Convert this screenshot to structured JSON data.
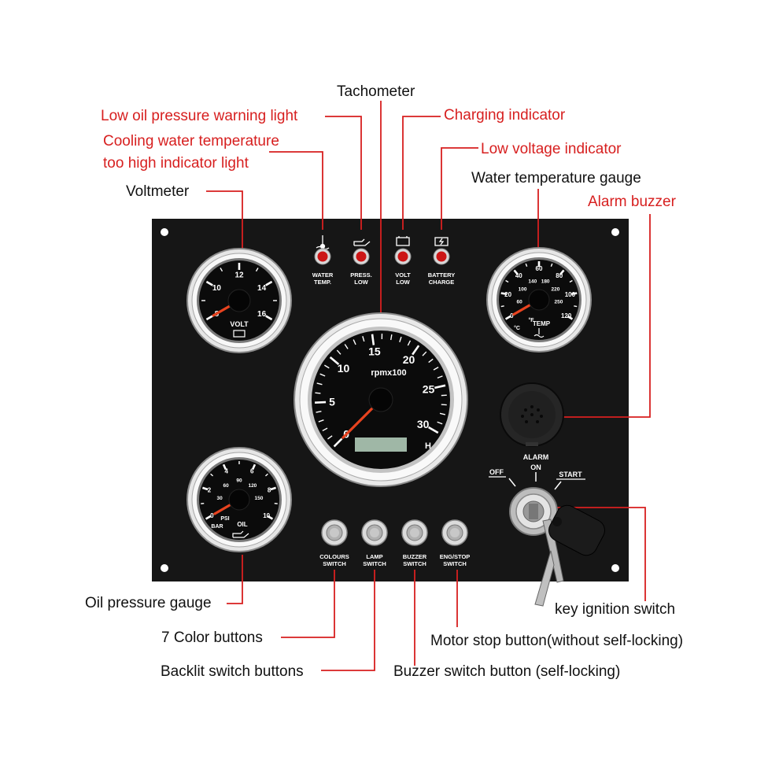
{
  "colors": {
    "panel": "#161616",
    "leader": "#d71f1f",
    "dial": "#0b0b0b",
    "needle": "#e8431f",
    "bezel": "#c9c9c9",
    "lcd": "#9fb7a6",
    "callout_black": "#111111",
    "callout_red": "#d71f1f"
  },
  "callouts": {
    "tachometer": "Tachometer",
    "low_oil_warning": "Low oil pressure warning light",
    "charging": "Charging indicator",
    "cooling_line1": "Cooling water temperature",
    "cooling_line2": "too high indicator light",
    "low_voltage": "Low voltage indicator",
    "voltmeter": "Voltmeter",
    "water_temp_gauge": "Water temperature gauge",
    "alarm_buzzer": "Alarm buzzer",
    "oil_pressure_gauge": "Oil pressure gauge",
    "key_ignition": "key ignition switch",
    "color_buttons": "7 Color buttons",
    "motor_stop": "Motor stop button(without self-locking)",
    "backlit_buttons": "Backlit switch buttons",
    "buzzer_switch": "Buzzer switch button (self-locking)"
  },
  "lights": [
    {
      "line1": "WATER",
      "line2": "TEMP.",
      "icon": "thermometer-icon"
    },
    {
      "line1": "PRESS.",
      "line2": "LOW",
      "icon": "oil-can-icon"
    },
    {
      "line1": "VOLT",
      "line2": "LOW",
      "icon": "battery-icon"
    },
    {
      "line1": "BATTERY",
      "line2": "CHARGE",
      "icon": "battery-charge-icon"
    }
  ],
  "switches": [
    {
      "line1": "COLOURS",
      "line2": "SWITCH"
    },
    {
      "line1": "LAMP",
      "line2": "SWITCH"
    },
    {
      "line1": "BUZZER",
      "line2": "SWITCH"
    },
    {
      "line1": "ENG/STOP",
      "line2": "SWITCH"
    }
  ],
  "ignition": {
    "alarm": "ALARM",
    "off": "OFF",
    "on": "ON",
    "start": "START"
  },
  "voltmeter": {
    "unit": "VOLT",
    "ticks": [
      "8",
      "10",
      "12",
      "14",
      "16"
    ],
    "needle_value": 8
  },
  "tachometer": {
    "unit": "rpmx100",
    "ticks": [
      "0",
      "5",
      "10",
      "15",
      "20",
      "25",
      "30"
    ],
    "hour_label": "H",
    "needle_value": 0
  },
  "water_temp": {
    "unit": "TEMP",
    "c_ticks": [
      "0",
      "20",
      "40",
      "60",
      "80",
      "100",
      "120"
    ],
    "f_ticks": [
      "60",
      "100",
      "140",
      "180",
      "220",
      "250"
    ],
    "c_unit": "°C",
    "f_unit": "°F",
    "needle_value": 0
  },
  "oil_pressure": {
    "unit_psi": "PSI",
    "unit_bar": "BAR",
    "label": "OIL",
    "bar_ticks": [
      "0",
      "2",
      "4",
      "6",
      "8",
      "10"
    ],
    "psi_ticks": [
      "30",
      "60",
      "90",
      "120",
      "150"
    ],
    "needle_value": 0
  }
}
